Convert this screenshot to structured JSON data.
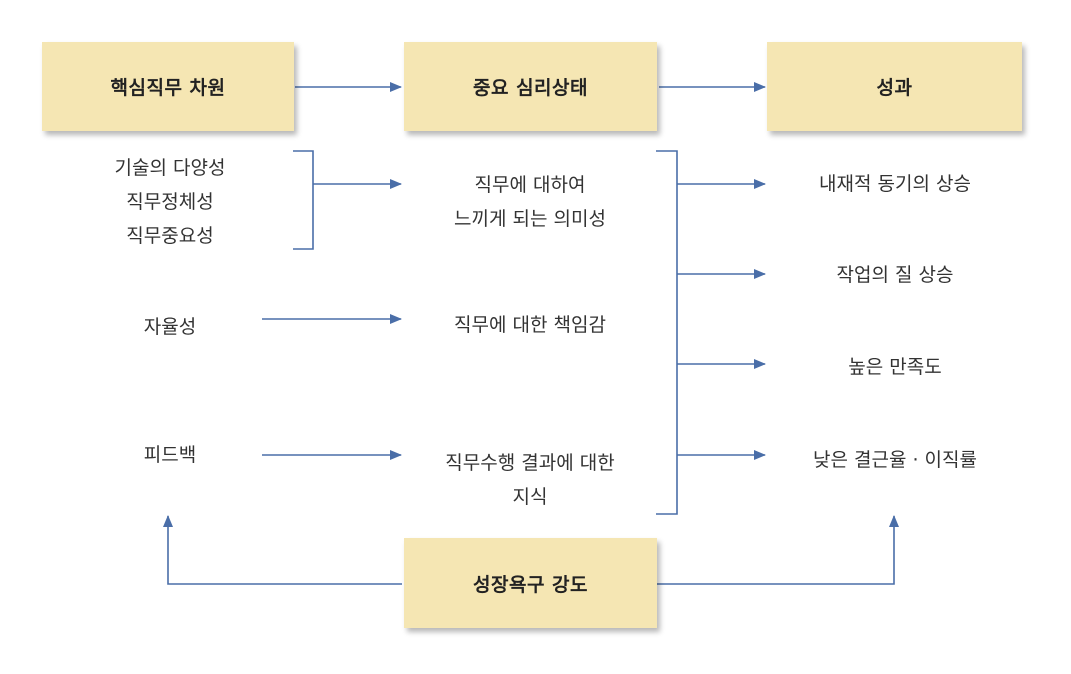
{
  "headers": {
    "core": "핵심직무 차원",
    "state": "중요 심리상태",
    "outcome": "성과"
  },
  "core_dimensions": {
    "group1": [
      "기술의 다양성",
      "직무정체성",
      "직무중요성"
    ],
    "autonomy": "자율성",
    "feedback": "피드백"
  },
  "psych_states": {
    "meaningfulness": [
      "직무에 대하여",
      "느끼게 되는 의미성"
    ],
    "responsibility": "직무에 대한 책임감",
    "knowledge": [
      "직무수행 결과에 대한",
      "지식"
    ]
  },
  "outcomes": [
    "내재적 동기의 상승",
    "작업의 질 상승",
    "높은 만족도",
    "낮은 결근율 · 이직률"
  ],
  "moderator": "성장욕구 강도",
  "colors": {
    "box": "#f5e6b3",
    "arrow": "#4a6ea8"
  }
}
